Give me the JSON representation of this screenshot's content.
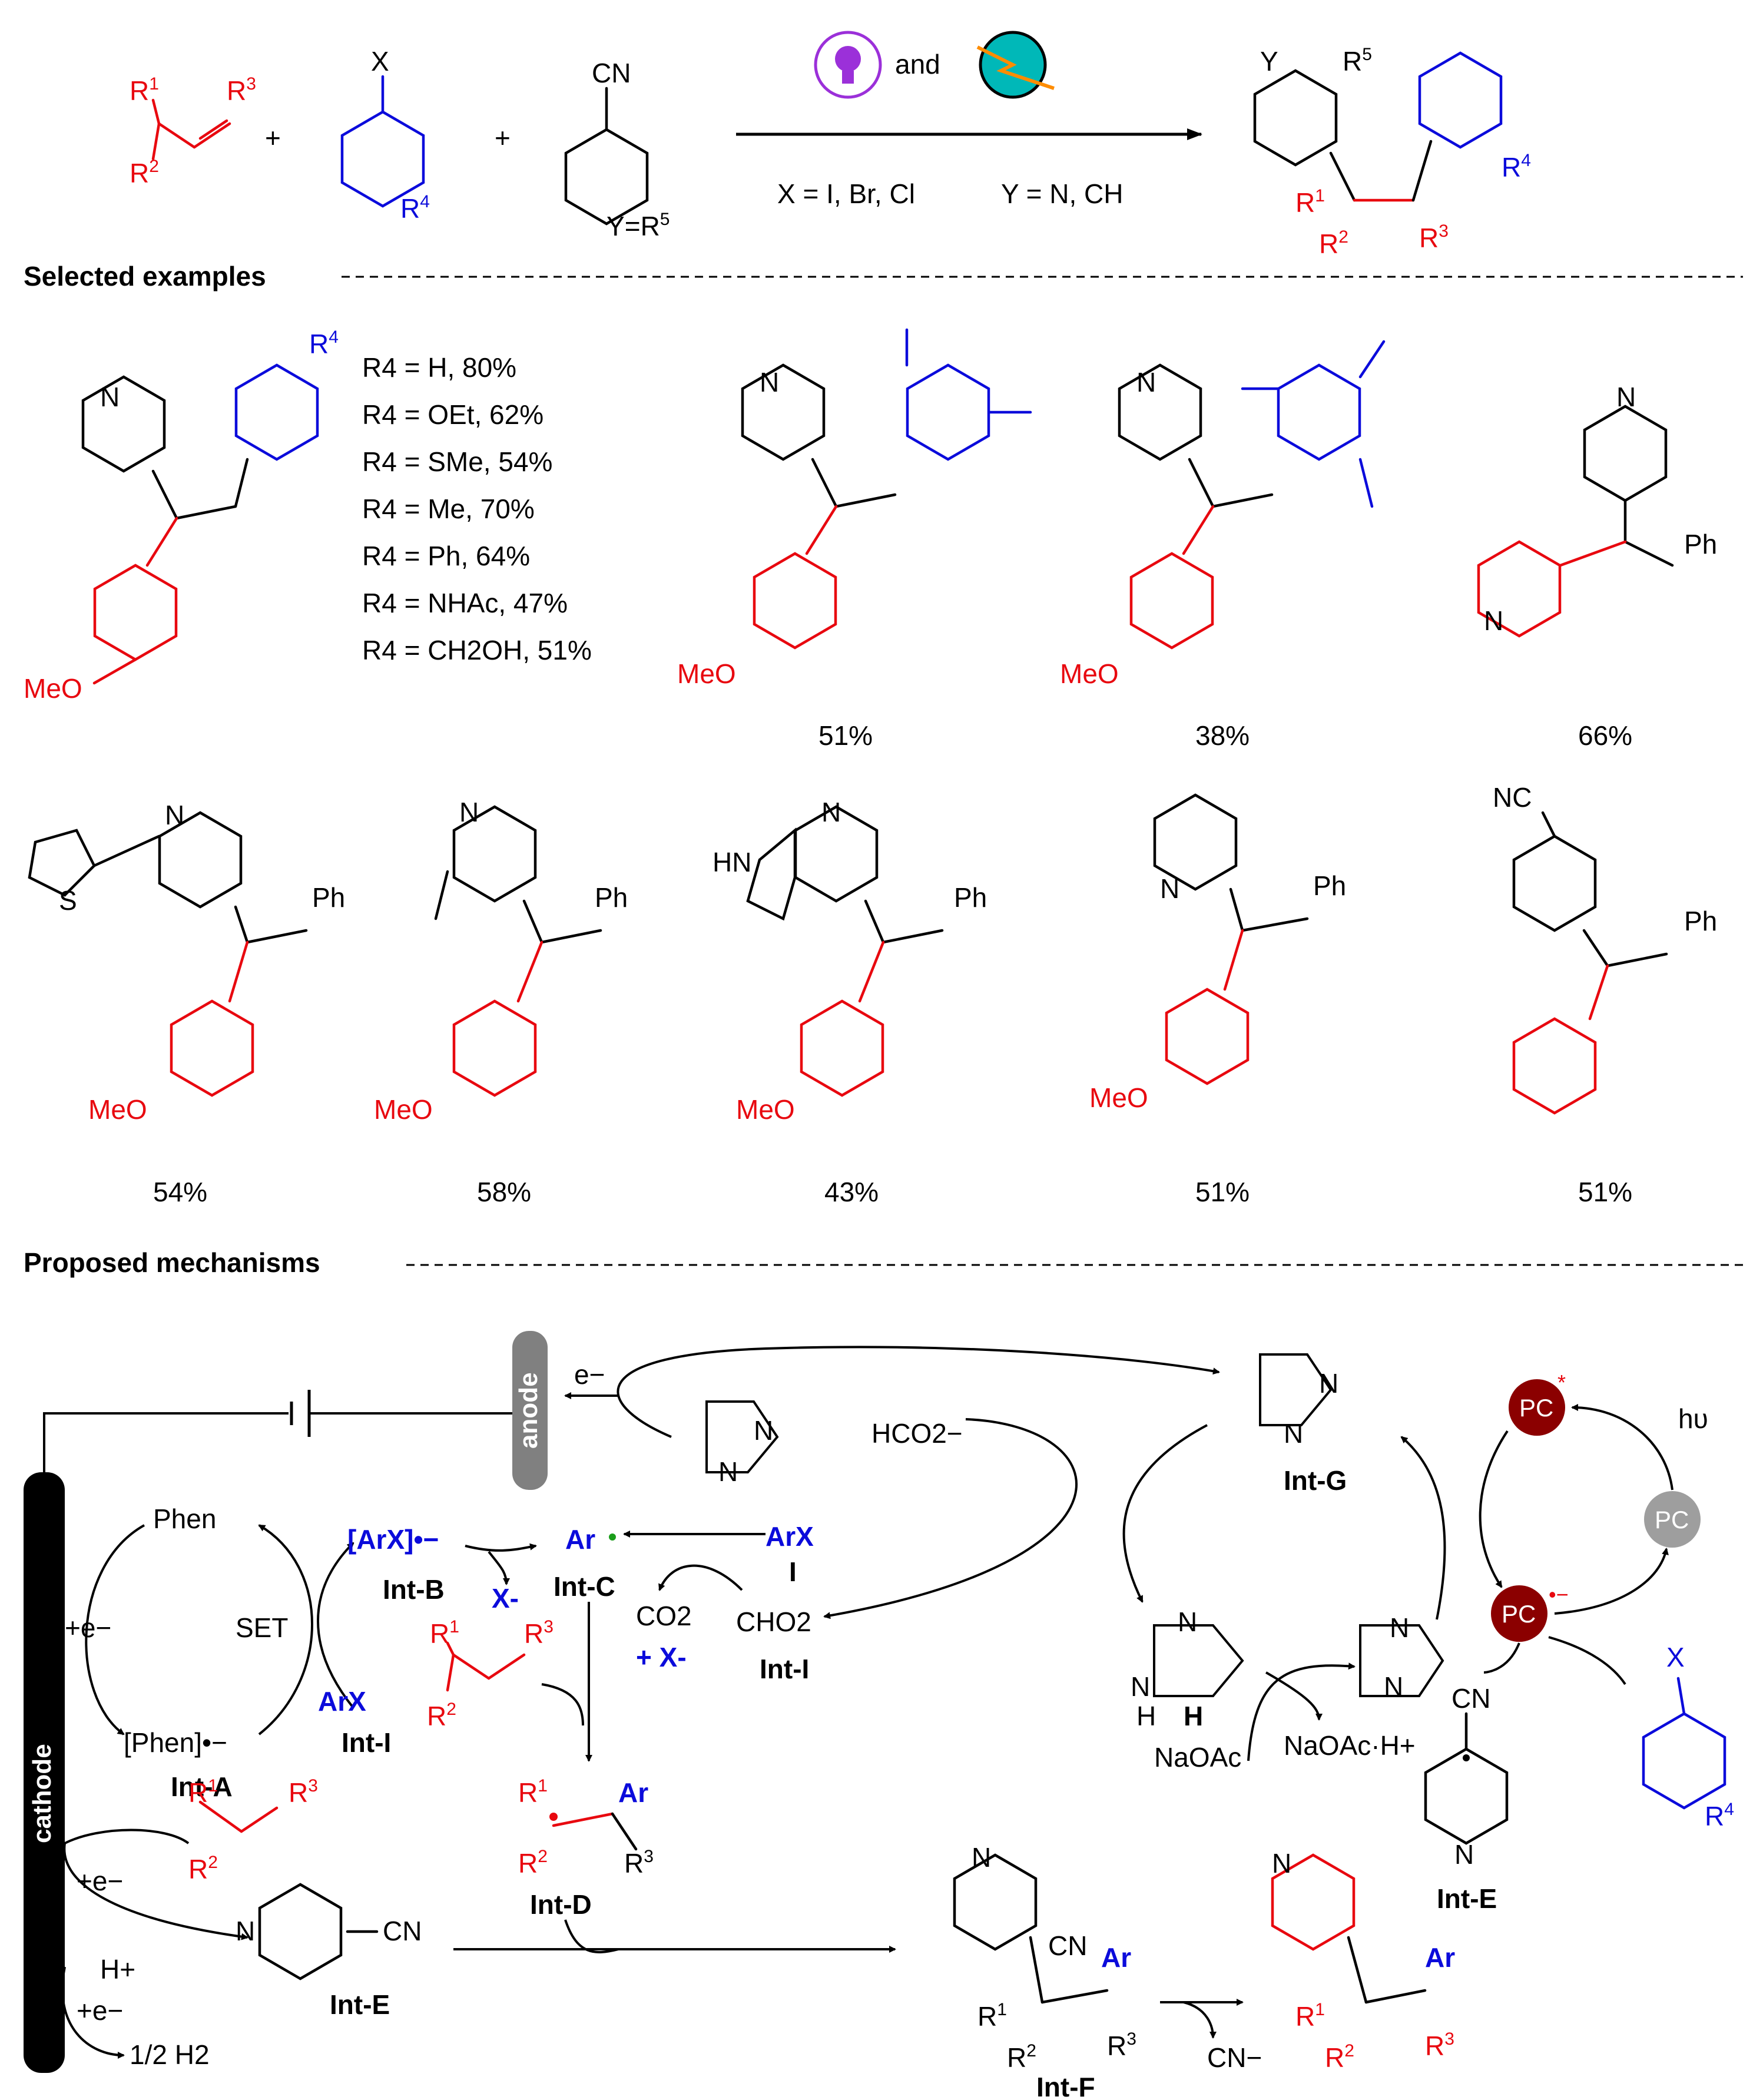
{
  "reaction": {
    "arrow_cond_top": "and",
    "arrow_cond_bottom_x": "X = I, Br, Cl",
    "arrow_cond_bottom_y": "Y = N, CH",
    "plus": "+"
  },
  "sections": {
    "selected": "Selected examples",
    "mechanism": "Proposed mechanisms"
  },
  "r4_list": [
    "R4 = H, 80%",
    "R4 = OEt, 62%",
    "R4 = SMe,  54%",
    "R4 = Me,  70%",
    "R4 = Ph,  64%",
    "R4 = NHAc,  47%",
    "R4 = CH2OH,  51%"
  ],
  "yields_row1": [
    "51%",
    "38%",
    "66%"
  ],
  "yields_row2": [
    "54%",
    "58%",
    "43%",
    "51%",
    "51%"
  ],
  "labels": {
    "MeO": "MeO",
    "Ph": "Ph",
    "N": "N",
    "NC": "NC",
    "CN": "CN",
    "HN": "HN",
    "S": "S",
    "X": "X",
    "Y": "Y",
    "R1": "R",
    "R2": "R",
    "R3": "R",
    "R4": "R",
    "R5": "R"
  },
  "mechanism": {
    "cathode": "cathode",
    "anode": "anode",
    "e_minus": "e−",
    "plus_e": "+e−",
    "Phen": "Phen",
    "Phen_rad": "[Phen]•−",
    "IntA": "Int-A",
    "SET": "SET",
    "ArX": "ArX",
    "ArX_rad": "[ArX]•−",
    "IntB": "Int-B",
    "IntI": "Int-I",
    "Xminus": "X-",
    "Ar": "Ar",
    "IntC": "Int-C",
    "CO2": "CO2",
    "plusX": "+ X-",
    "CHO2": "CHO2",
    "I": "I",
    "IntD": "Int-D",
    "HCO2": "HCO2−",
    "IntG": "Int-G",
    "H": "H",
    "NaOAc": "NaOAc",
    "NaOAcH": "NaOAc·H+",
    "PC": "PC",
    "hv": "hυ",
    "IntE": "Int-E",
    "IntF": "Int-F",
    "Hplus": "H+",
    "halfH2": "1/2 H2",
    "CNminus": "CN−"
  },
  "colors": {
    "red": "#e8080f",
    "blue": "#0b0bdb",
    "pc_dark": "#8b0000",
    "pc_gray": "#9e9e9e",
    "teal": "#00b8b8",
    "purple": "#9b30d9"
  }
}
